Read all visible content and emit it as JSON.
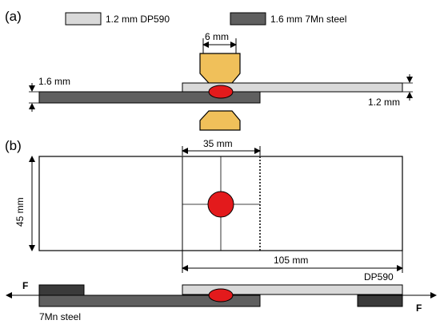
{
  "panel_a": {
    "label": "(a)",
    "legend": [
      {
        "text": "1.2 mm DP590",
        "swatch_color": "#d9d9d9"
      },
      {
        "text": "1.6 mm 7Mn steel",
        "swatch_color": "#5f5f5f"
      }
    ],
    "electrode_width_label": "6 mm",
    "thickness_bottom_label": "1.6 mm",
    "thickness_top_label": "1.2 mm"
  },
  "panel_b": {
    "label": "(b)",
    "overlap_label": "35 mm",
    "width_label": "45 mm",
    "length_label": "105 mm",
    "top_sheet_label": "DP590",
    "bottom_sheet_label": "7Mn steel",
    "force_left_label": "F",
    "force_right_label": "F"
  },
  "colors": {
    "dp590": "#d9d9d9",
    "seven_mn": "#5f5f5f",
    "electrode": "#f0c05a",
    "nugget": "#e31a1c",
    "shim": "#3a3a3a"
  }
}
